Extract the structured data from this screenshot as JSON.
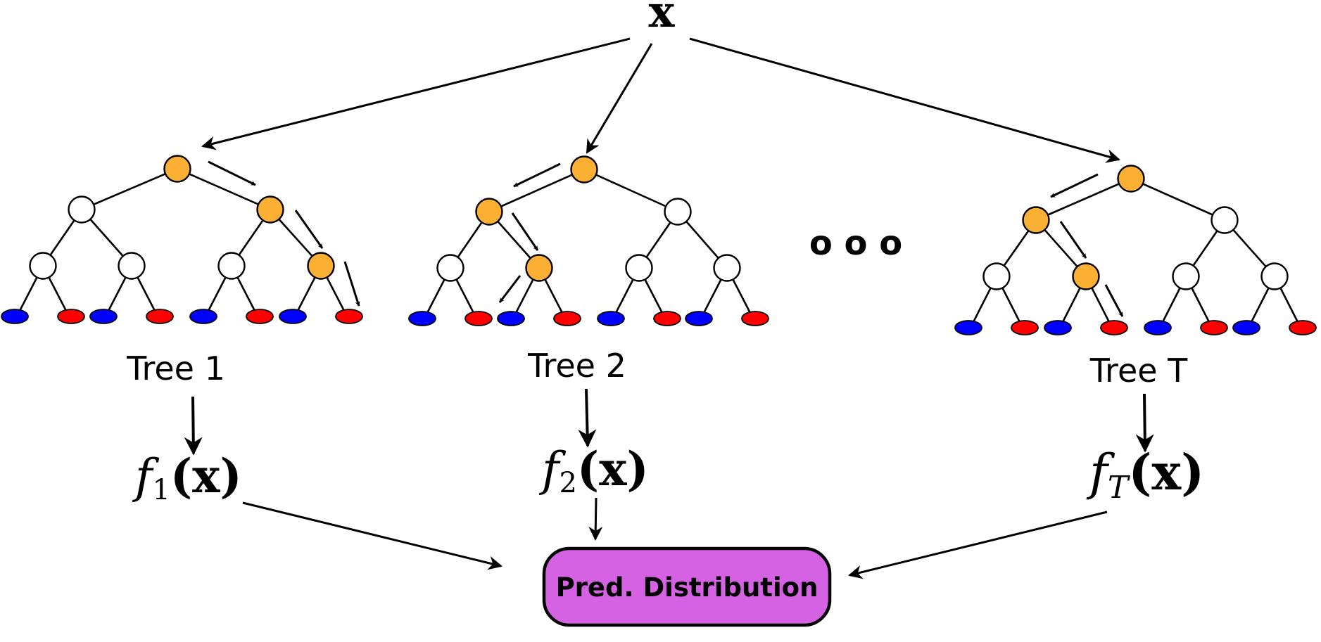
{
  "input_label": "x",
  "trees": [
    {
      "label": "Tree 1",
      "output_fn": "f",
      "output_sub": "1",
      "output_arg": "(x)"
    },
    {
      "label": "Tree 2",
      "output_fn": "f",
      "output_sub": "2",
      "output_arg": "(x)"
    },
    {
      "label": "Tree T",
      "output_fn": "f",
      "output_sub": "T",
      "output_arg": "(x)"
    }
  ],
  "ellipsis": "o o o",
  "aggregator": {
    "label": "Pred. Distribution"
  },
  "colors": {
    "active_node": "#fbb034",
    "inactive_node": "#ffffff",
    "leaf_blue": "#0000ff",
    "leaf_red": "#ff0000",
    "aggregator_fill": "#d562e3"
  }
}
